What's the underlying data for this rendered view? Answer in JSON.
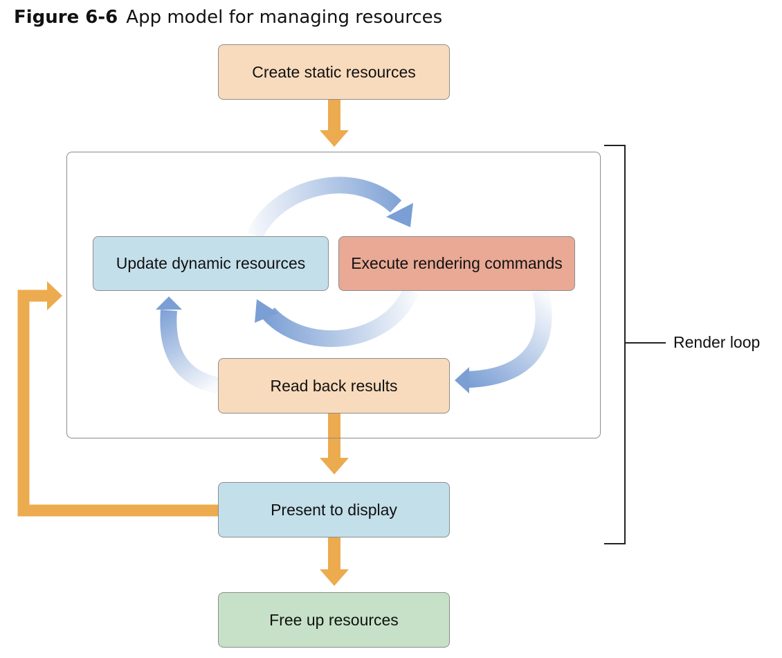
{
  "figure": {
    "number": "Figure 6-6",
    "title": "App model for managing resources"
  },
  "nodes": {
    "create": "Create static resources",
    "update": "Update dynamic resources",
    "execute": "Execute rendering commands",
    "read_back": "Read back results",
    "present": "Present to display",
    "free": "Free up resources"
  },
  "bracket_label": "Render loop",
  "colors": {
    "orange_arrow": "#ecab4f",
    "blue_arrow": "#7b9fd4",
    "peach": "#f8dbbc",
    "blue": "#c3dfea",
    "red": "#e9a995",
    "green": "#c6e1c7"
  }
}
